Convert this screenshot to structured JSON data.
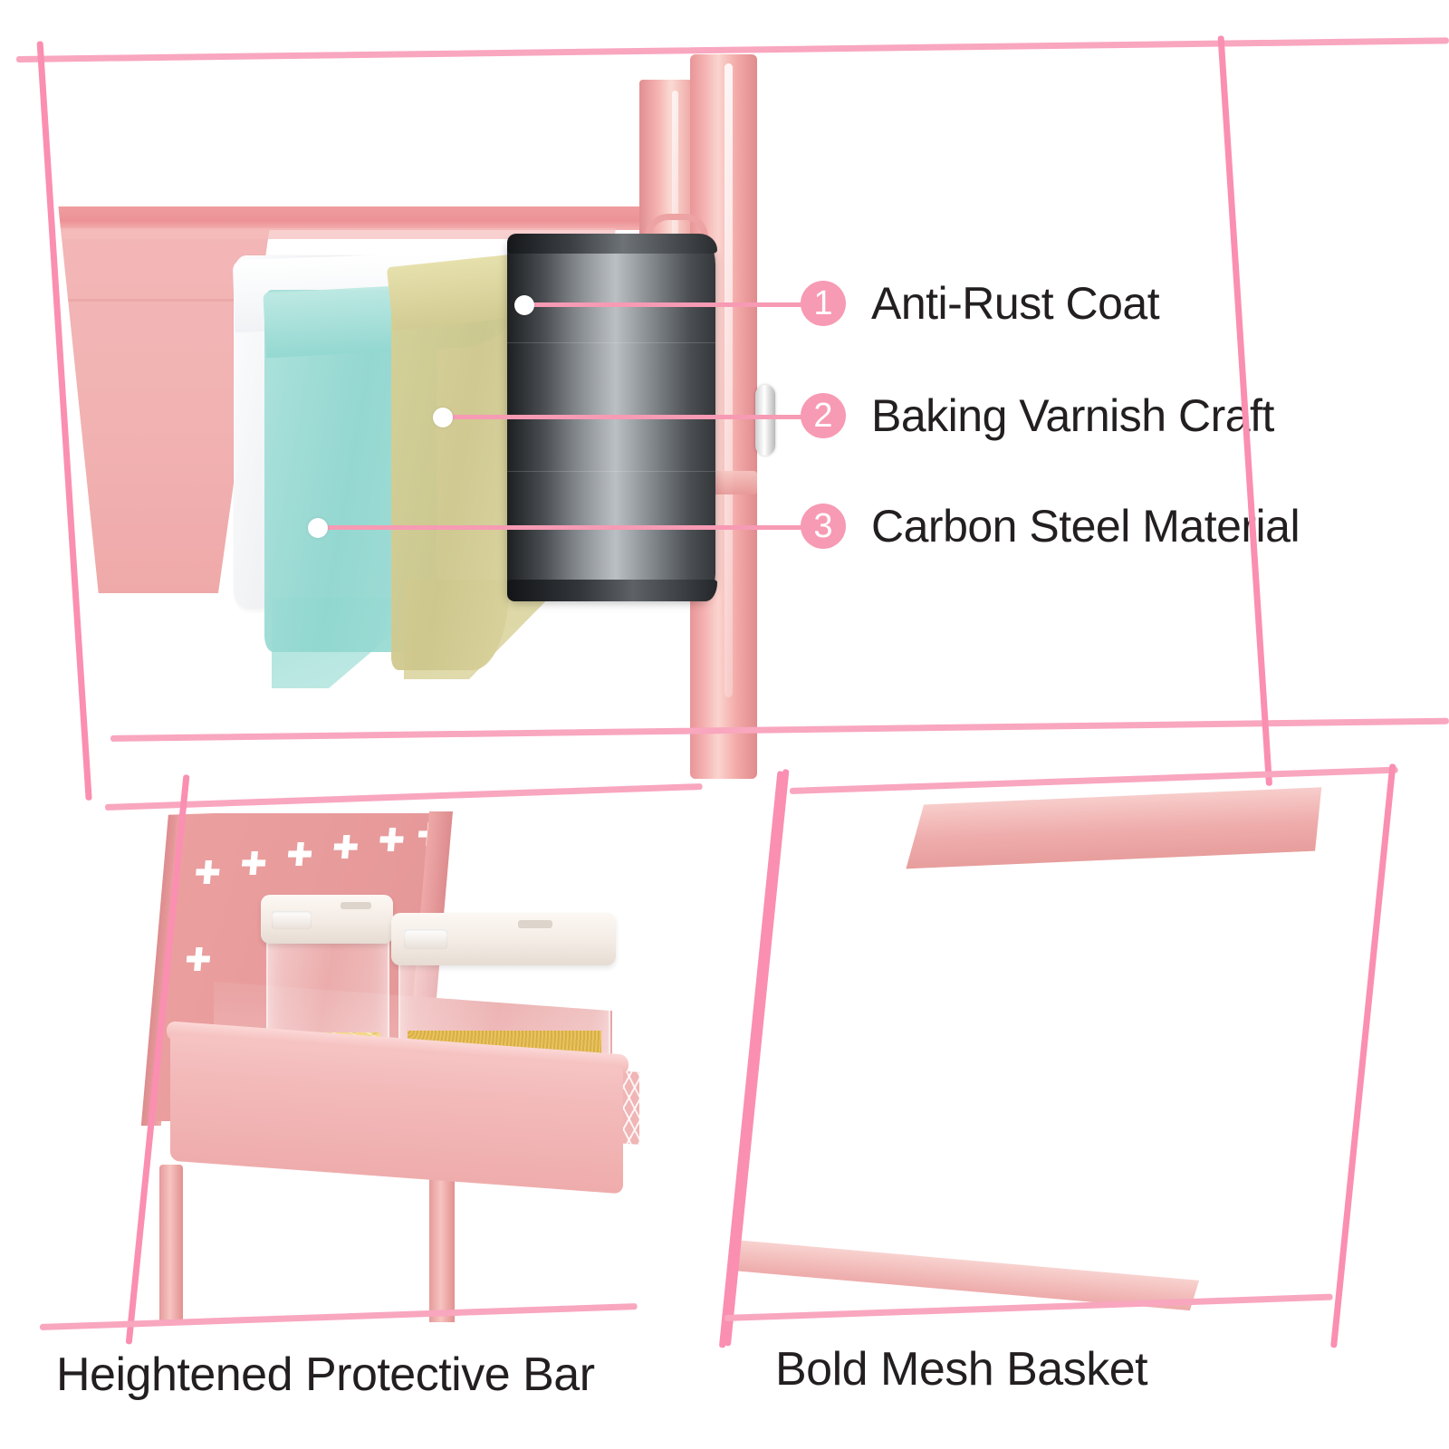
{
  "accent": {
    "pink_line": "#fa8fb1",
    "badge_pink": "#f79ab4",
    "product_pink": "#eeaaab",
    "text_dark": "#231f20"
  },
  "top_panel": {
    "name": "material-structure-diagram",
    "features": [
      {
        "number": "1",
        "label": "Anti-Rust Coat"
      },
      {
        "number": "2",
        "label": "Baking Varnish Craft"
      },
      {
        "number": "3",
        "label": "Carbon Steel Material"
      }
    ],
    "layers": [
      {
        "name": "anti-rust-coat-layer",
        "color": "#f0f2f5"
      },
      {
        "name": "varnish-layer",
        "color": "#9fded6"
      },
      {
        "name": "primer-layer",
        "color": "#d2cb92"
      },
      {
        "name": "carbon-steel-core",
        "color": "#6e7377"
      }
    ]
  },
  "bottom_left_panel": {
    "caption": "Heightened Protective Bar",
    "contents": [
      {
        "name": "pasta-container",
        "content": "penne pasta"
      },
      {
        "name": "millet-container",
        "content": "millet grain"
      }
    ]
  },
  "bottom_right_panel": {
    "caption": "Bold Mesh Basket"
  }
}
